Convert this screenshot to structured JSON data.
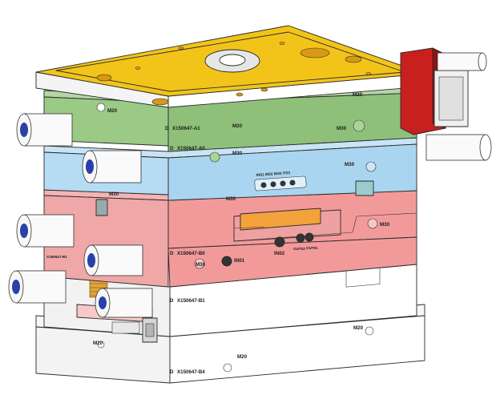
{
  "colors": {
    "top_clamp_plate": "#F2C41A",
    "a_plate": "#8EC07A",
    "runner_plate": "#A9D5F0",
    "b_plate": "#F29A9A",
    "ejector_region": "#FFFFFF",
    "plate_side_white": "#F4F4F4",
    "guide_pin_end": "#2A3FA8",
    "manifold_red": "#C8201E",
    "hot_half_orange": "#F4A23C"
  },
  "plate_ids": {
    "a1": "X150647-A1",
    "a0": "X150647-A0",
    "b0": "X150647-B0",
    "b1": "X150647-B1",
    "b4": "X150647-B4"
  },
  "prefix": "D",
  "thread_labels": {
    "m20": "M20",
    "m30": "M30"
  },
  "connector_labels": {
    "in01": "IN01",
    "in02": "IN02",
    "out01": "OUT01",
    "out02": "OUT02",
    "in_out_group": "IN01 IN02 IN03 IT03"
  }
}
